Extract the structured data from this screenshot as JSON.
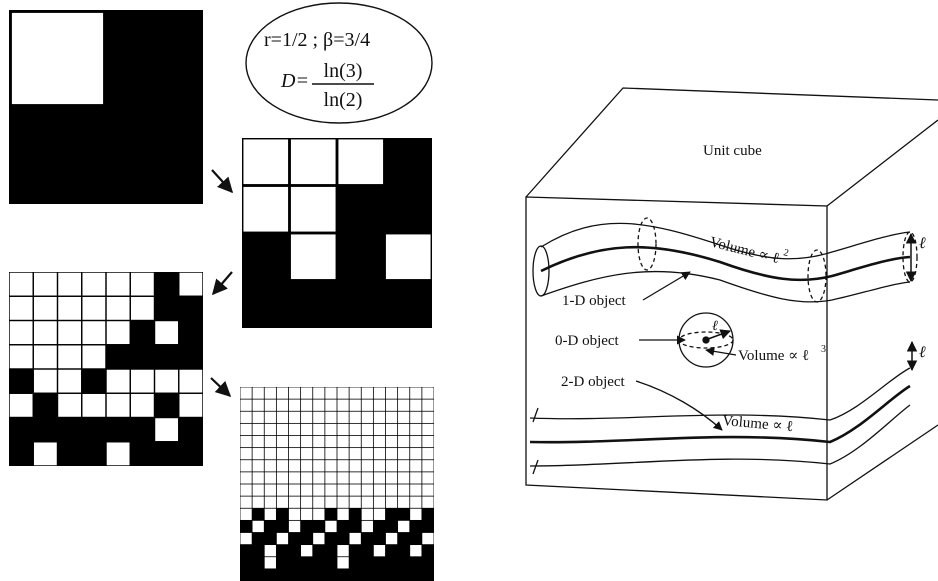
{
  "formula": {
    "params": "r=1/2   ;   β=3/4",
    "d_lhs": "D=",
    "numerator": "ln(3)",
    "denominator": "ln(2)"
  },
  "fractal": {
    "level0": [
      [
        1,
        0
      ],
      [
        0,
        0
      ]
    ],
    "level1": [
      [
        1,
        1,
        1,
        0
      ],
      [
        1,
        1,
        0,
        0
      ],
      [
        0,
        1,
        0,
        1
      ],
      [
        0,
        0,
        0,
        0
      ]
    ],
    "level2": [
      [
        1,
        1,
        1,
        1,
        1,
        1,
        0,
        1
      ],
      [
        1,
        1,
        1,
        1,
        1,
        1,
        0,
        0
      ],
      [
        1,
        1,
        1,
        1,
        1,
        0,
        1,
        0
      ],
      [
        1,
        1,
        1,
        1,
        0,
        0,
        0,
        0
      ],
      [
        0,
        1,
        1,
        0,
        1,
        1,
        1,
        1
      ],
      [
        1,
        0,
        1,
        1,
        1,
        1,
        0,
        1
      ],
      [
        0,
        0,
        0,
        0,
        0,
        0,
        1,
        0
      ],
      [
        0,
        1,
        0,
        0,
        1,
        0,
        0,
        0
      ]
    ]
  },
  "cube": {
    "title": "Unit cube",
    "obj1d": "1-D object",
    "obj0d": "0-D object",
    "obj2d": "2-D object",
    "vol_tube": "Volume ∝ ℓ",
    "vol_tube_exp": "2",
    "vol_sphere": "Volume ∝ ℓ",
    "vol_sphere_exp": "3",
    "vol_sheet": "Volume ∝ ℓ",
    "ell_tube": "ℓ",
    "ell_sphere": "ℓ",
    "ell_sheet": "ℓ"
  }
}
